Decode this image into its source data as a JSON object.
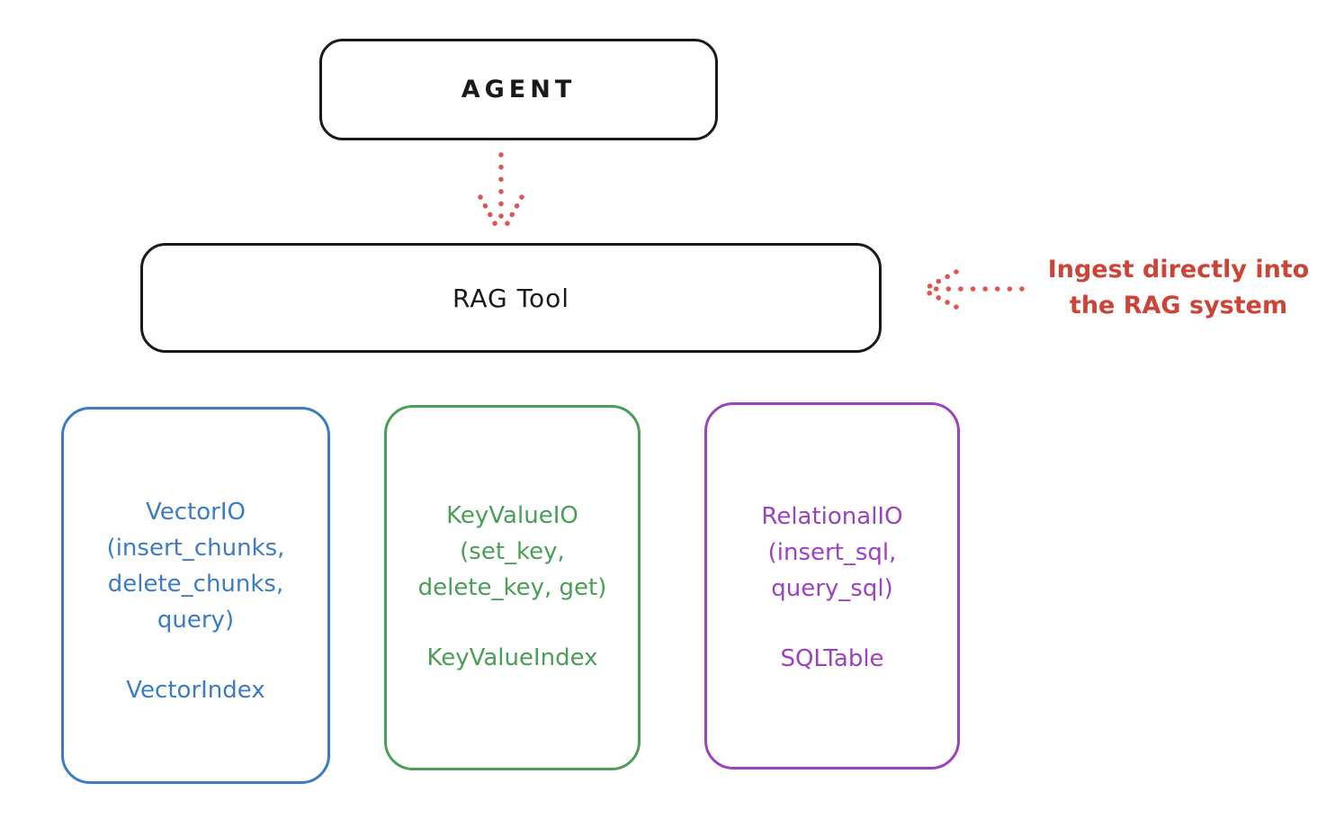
{
  "nodes": {
    "agent": {
      "label": "AGENT"
    },
    "rag_tool": {
      "label": "RAG Tool"
    }
  },
  "annotation": {
    "line1": "Ingest directly into",
    "line2": "the RAG system"
  },
  "storage_nodes": [
    {
      "title": "VectorIO",
      "methods": [
        "(insert_chunks,",
        "delete_chunks,",
        "query)"
      ],
      "footer": "VectorIndex",
      "color": "#3b7cc4"
    },
    {
      "title": "KeyValueIO",
      "methods": [
        "(set_key,",
        "delete_key, get)"
      ],
      "footer": "KeyValueIndex",
      "color": "#4a9e56"
    },
    {
      "title": "RelationalIO",
      "methods": [
        "(insert_sql,",
        "query_sql)"
      ],
      "footer": "SQLTable",
      "color": "#9c42c0"
    }
  ],
  "colors": {
    "outline_black": "#1a1a1a",
    "arrow_red": "#e0564f",
    "annotation_red": "#cd4437"
  }
}
